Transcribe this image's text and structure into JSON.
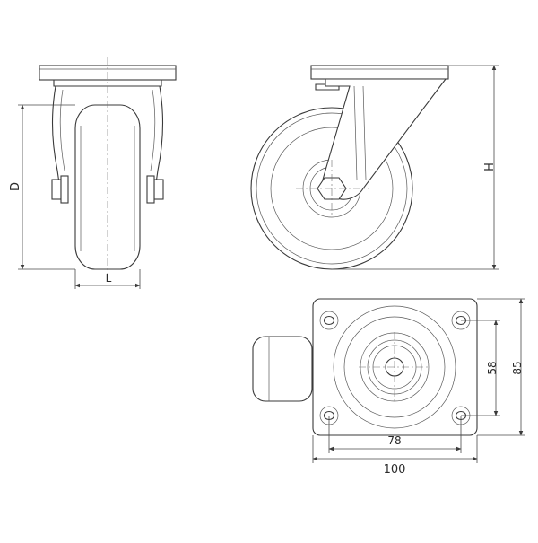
{
  "dimensions": {
    "diameter_label": "D",
    "width_label": "L",
    "height_label": "H",
    "bolt_spacing_vertical": "58",
    "plate_length_vertical": "85",
    "bolt_spacing_horizontal": "78",
    "plate_length_horizontal": "100"
  }
}
